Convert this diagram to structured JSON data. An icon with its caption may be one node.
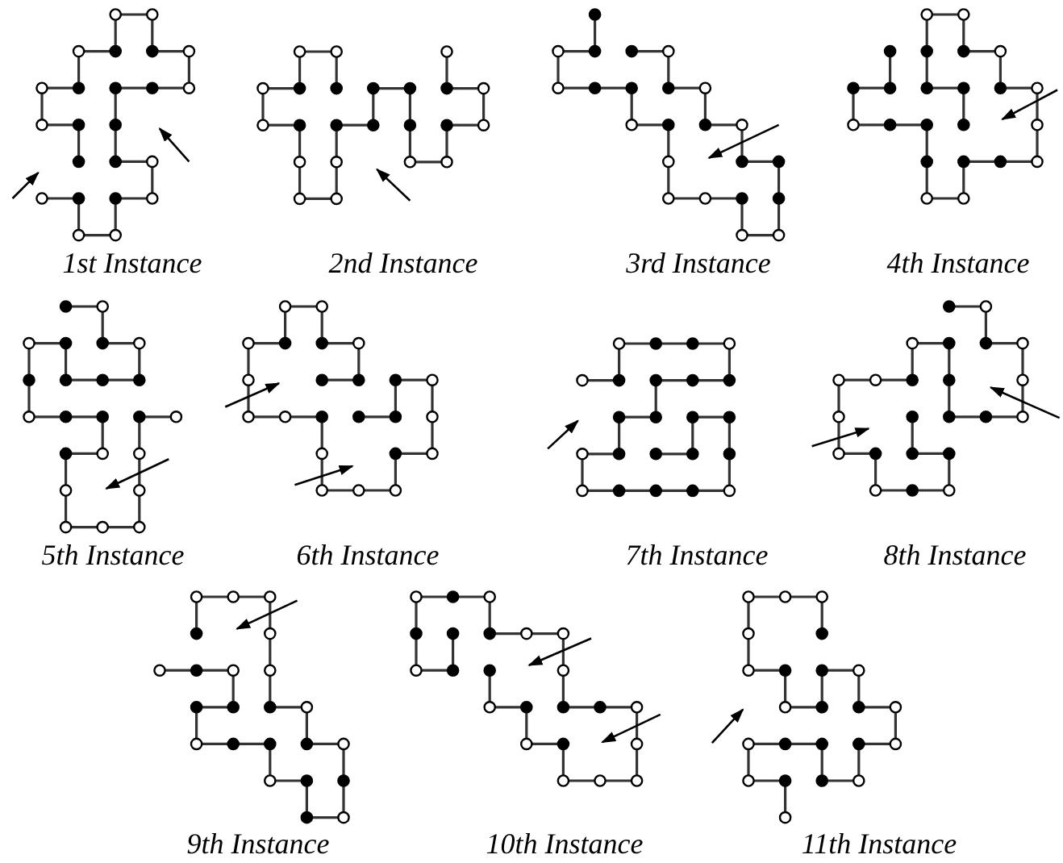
{
  "diagram": {
    "labels": [
      "1st Instance",
      "2nd Instance",
      "3rd Instance",
      "4th Instance",
      "5th Instance",
      "6th Instance",
      "7th Instance",
      "8th Instance",
      "9th Instance",
      "10th Instance",
      "11th Instance"
    ]
  }
}
